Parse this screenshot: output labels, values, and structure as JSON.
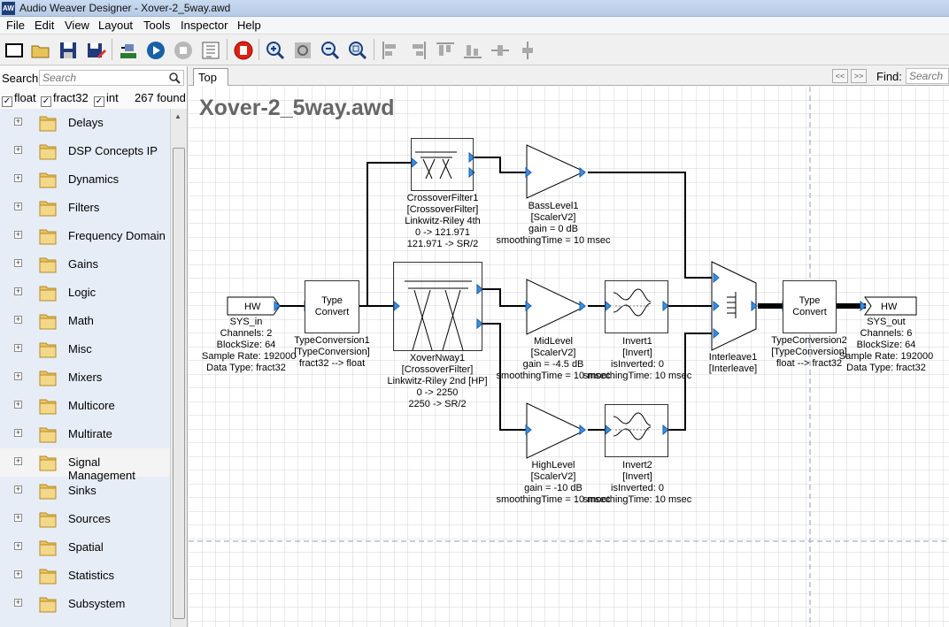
{
  "window": {
    "title": "Audio Weaver Designer - Xover-2_5way.awd",
    "app_icon": "AW"
  },
  "menu": [
    "File",
    "Edit",
    "View",
    "Layout",
    "Tools",
    "Inspector",
    "Help"
  ],
  "toolbar": {
    "icons": [
      "new-window-icon",
      "open-folder-icon",
      "save-icon",
      "save-as-icon",
      "build-icon",
      "run-icon",
      "stop-icon",
      "profile-icon",
      "zoom-in-icon",
      "zoom-fit-icon",
      "zoom-out-icon",
      "zoom-reset-icon",
      "align-left-icon",
      "align-right-icon",
      "align-top-icon",
      "align-bottom-icon",
      "distribute-horizontal-icon",
      "distribute-vertical-icon"
    ]
  },
  "left": {
    "search_label": "Search:",
    "search_placeholder": "Search",
    "filters": [
      {
        "label": "float",
        "checked": true
      },
      {
        "label": "fract32",
        "checked": true
      },
      {
        "label": "int",
        "checked": true
      }
    ],
    "found": "267 found",
    "tree": [
      "Delays",
      "DSP Concepts IP",
      "Dynamics",
      "Filters",
      "Frequency Domain",
      "Gains",
      "Logic",
      "Math",
      "Misc",
      "Mixers",
      "Multicore",
      "Multirate",
      "Signal Management",
      "Sinks",
      "Sources",
      "Spatial",
      "Statistics",
      "Subsystem"
    ]
  },
  "right": {
    "tab": "Top",
    "nav_prev": "<<",
    "nav_next": ">>",
    "find_label": "Find:",
    "find_placeholder": "Search",
    "doc_title": "Xover-2_5way.awd"
  },
  "diagram": {
    "sys_in": {
      "tag": "HW",
      "lines": [
        "SYS_in",
        "Channels: 2",
        "BlockSize: 64",
        "Sample Rate: 192000",
        "Data Type: fract32"
      ]
    },
    "tc1": {
      "text": [
        "Type",
        "Convert"
      ],
      "lines": [
        "TypeConversion1",
        "[TypeConversion]",
        "fract32 --> float"
      ]
    },
    "xover": {
      "lines": [
        "XoverNway1",
        "[CrossoverFilter]",
        "Linkwitz-Riley 2nd [HP]",
        "0 -> 2250",
        "2250 -> SR/2"
      ]
    },
    "cross": {
      "lines": [
        "CrossoverFilter1",
        "[CrossoverFilter]",
        "Linkwitz-Riley 4th",
        "0 -> 121.971",
        "121.971 -> SR/2"
      ]
    },
    "bass": {
      "lines": [
        "BassLevel1",
        "[ScalerV2]",
        "gain = 0 dB",
        "smoothingTime = 10 msec"
      ]
    },
    "mid": {
      "lines": [
        "MidLevel",
        "[ScalerV2]",
        "gain = -4.5 dB",
        "smoothingTime = 10 msec"
      ]
    },
    "high": {
      "lines": [
        "HighLevel",
        "[ScalerV2]",
        "gain = -10 dB",
        "smoothingTime = 10 msec"
      ]
    },
    "inv1": {
      "lines": [
        "Invert1",
        "[Invert]",
        "isInverted: 0",
        "smoothingTime: 10 msec"
      ]
    },
    "inv2": {
      "lines": [
        "Invert2",
        "[Invert]",
        "isInverted: 0",
        "smoothingTime: 10 msec"
      ]
    },
    "interleave": {
      "lines": [
        "Interleave1",
        "[Interleave]"
      ]
    },
    "tc2": {
      "text": [
        "Type",
        "Convert"
      ],
      "lines": [
        "TypeConversion2",
        "[TypeConversion]",
        "float --> fract32"
      ]
    },
    "sys_out": {
      "tag": "HW",
      "lines": [
        "SYS_out",
        "Channels: 6",
        "BlockSize: 64",
        "Sample Rate: 192000",
        "Data Type: fract32"
      ]
    }
  },
  "colors": {
    "titlebar": "#c9daf0",
    "tree_bg": "#e7edf7",
    "pin": "#3a8ee6",
    "grid": "#d4d4d4",
    "doc_title": "#666666"
  }
}
